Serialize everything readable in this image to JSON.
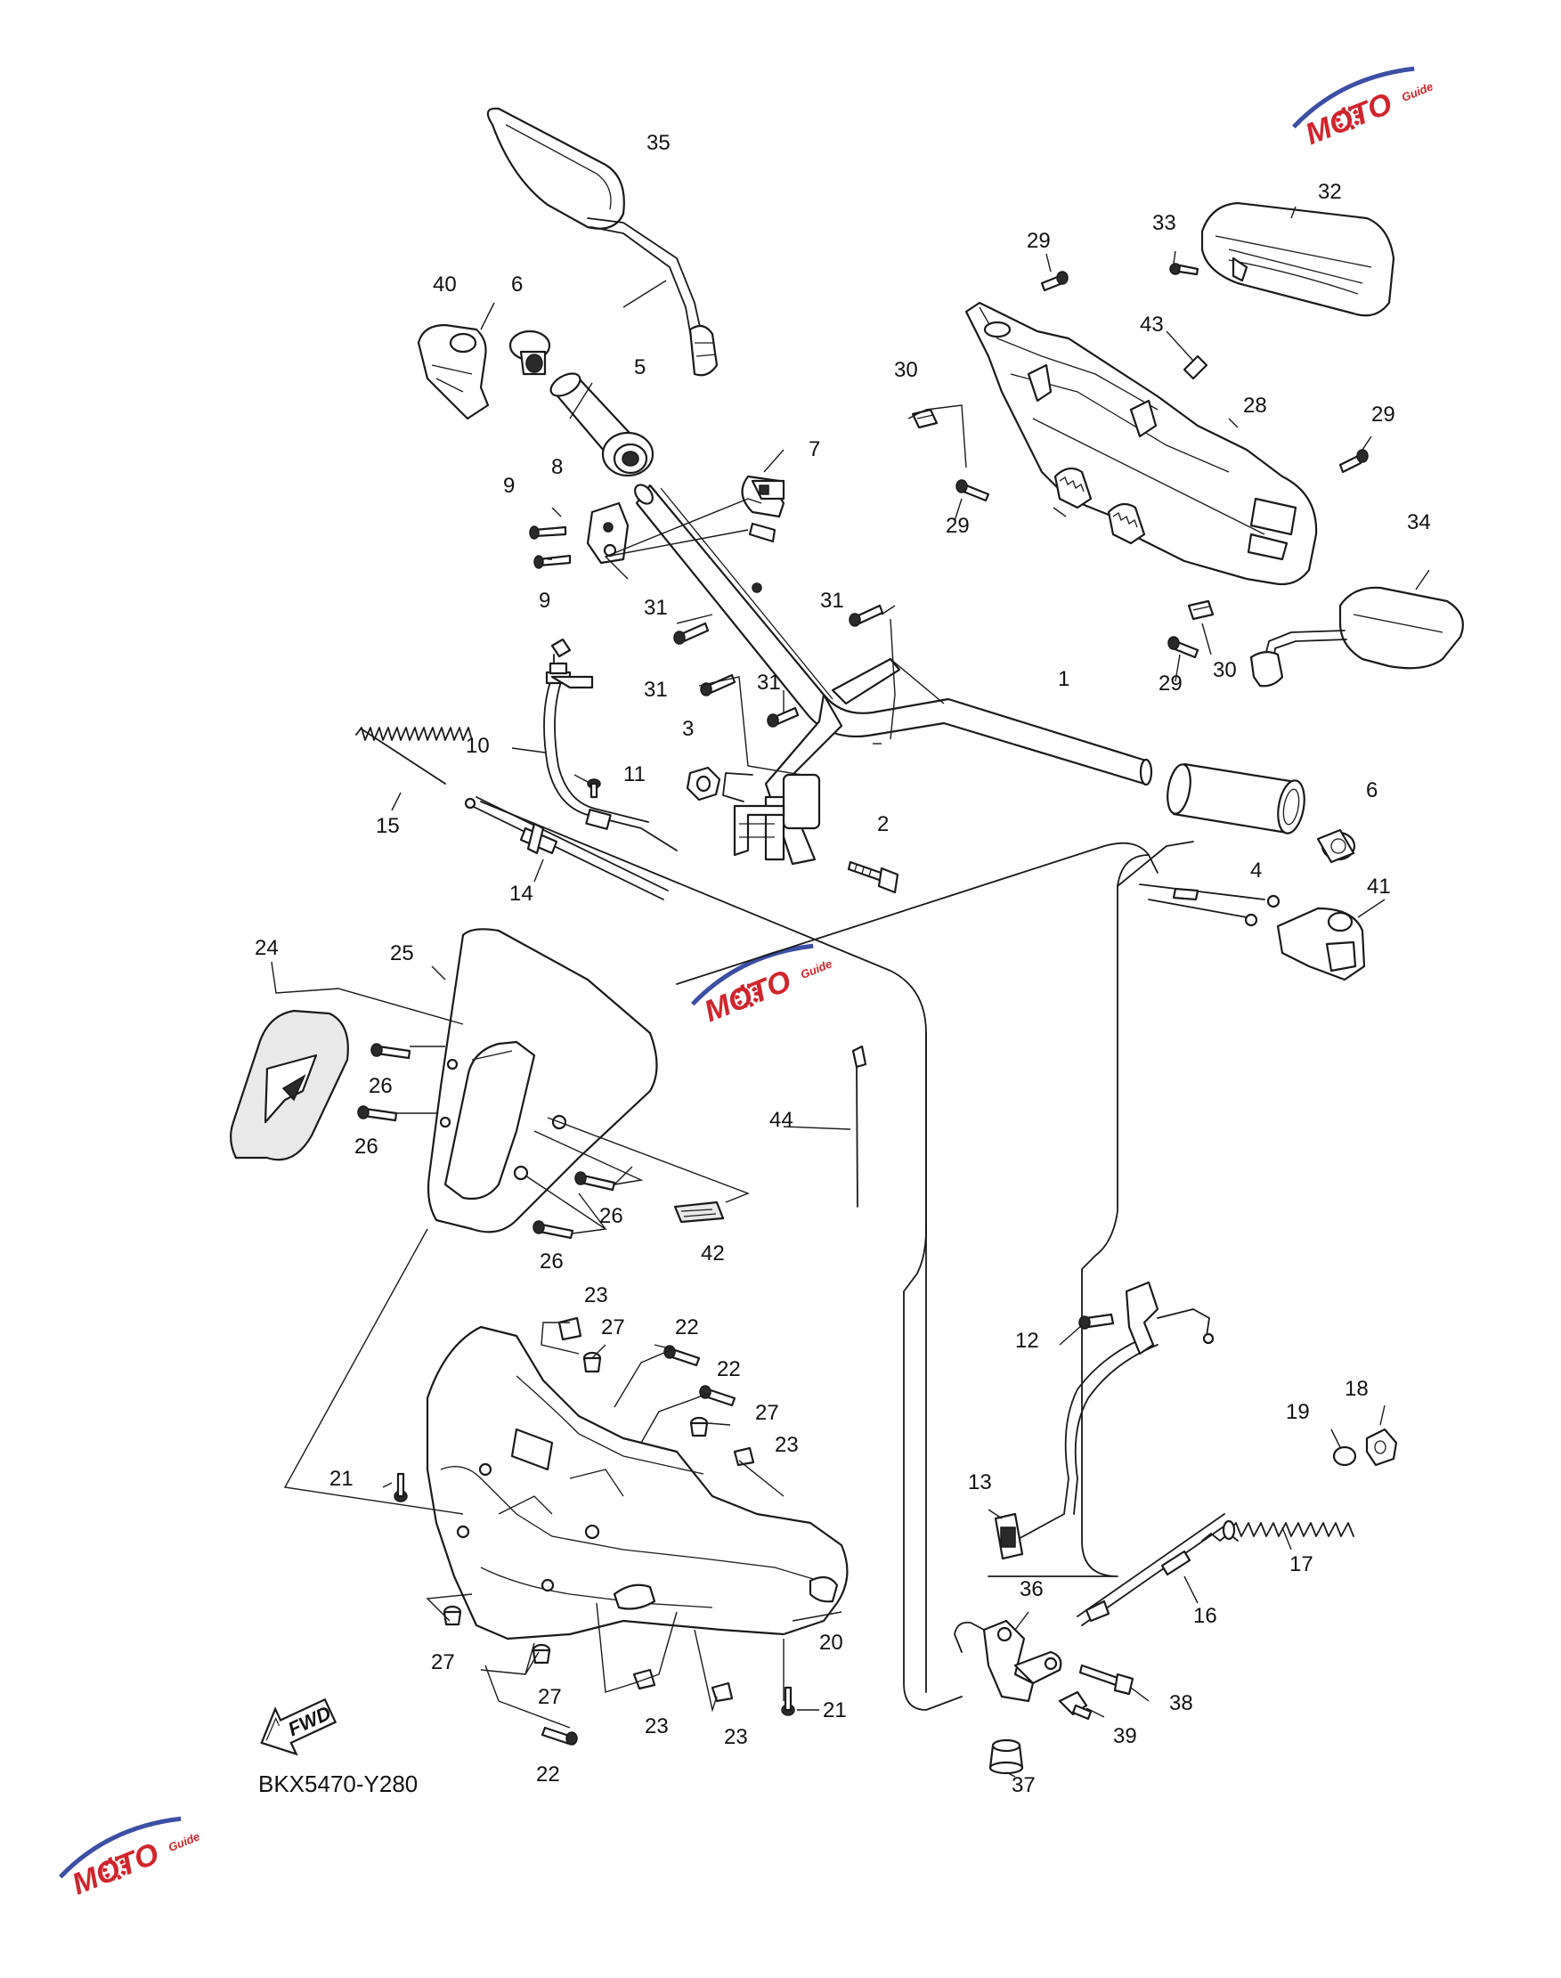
{
  "diagram_code": "BKX5470-Y280",
  "fwd_label": "FWD",
  "watermark": {
    "brand": "MOTO",
    "sub": "Guide",
    "color_main": "#d0252c",
    "color_swoosh": "#3b4fa3"
  },
  "callouts": [
    {
      "id": "1",
      "label": "1"
    },
    {
      "id": "2",
      "label": "2"
    },
    {
      "id": "3",
      "label": "3"
    },
    {
      "id": "4",
      "label": "4"
    },
    {
      "id": "5",
      "label": "5"
    },
    {
      "id": "6a",
      "label": "6"
    },
    {
      "id": "6b",
      "label": "6"
    },
    {
      "id": "7",
      "label": "7"
    },
    {
      "id": "8",
      "label": "8"
    },
    {
      "id": "9a",
      "label": "9"
    },
    {
      "id": "9b",
      "label": "9"
    },
    {
      "id": "10",
      "label": "10"
    },
    {
      "id": "11",
      "label": "11"
    },
    {
      "id": "12",
      "label": "12"
    },
    {
      "id": "13",
      "label": "13"
    },
    {
      "id": "14",
      "label": "14"
    },
    {
      "id": "15",
      "label": "15"
    },
    {
      "id": "16",
      "label": "16"
    },
    {
      "id": "17",
      "label": "17"
    },
    {
      "id": "18",
      "label": "18"
    },
    {
      "id": "19",
      "label": "19"
    },
    {
      "id": "20",
      "label": "20"
    },
    {
      "id": "21a",
      "label": "21"
    },
    {
      "id": "21b",
      "label": "21"
    },
    {
      "id": "22a",
      "label": "22"
    },
    {
      "id": "22b",
      "label": "22"
    },
    {
      "id": "22c",
      "label": "22"
    },
    {
      "id": "23a",
      "label": "23"
    },
    {
      "id": "23b",
      "label": "23"
    },
    {
      "id": "23c",
      "label": "23"
    },
    {
      "id": "23d",
      "label": "23"
    },
    {
      "id": "24",
      "label": "24"
    },
    {
      "id": "25",
      "label": "25"
    },
    {
      "id": "26a",
      "label": "26"
    },
    {
      "id": "26b",
      "label": "26"
    },
    {
      "id": "26c",
      "label": "26"
    },
    {
      "id": "26d",
      "label": "26"
    },
    {
      "id": "27a",
      "label": "27"
    },
    {
      "id": "27b",
      "label": "27"
    },
    {
      "id": "27c",
      "label": "27"
    },
    {
      "id": "27d",
      "label": "27"
    },
    {
      "id": "28",
      "label": "28"
    },
    {
      "id": "29a",
      "label": "29"
    },
    {
      "id": "29b",
      "label": "29"
    },
    {
      "id": "29c",
      "label": "29"
    },
    {
      "id": "29d",
      "label": "29"
    },
    {
      "id": "30a",
      "label": "30"
    },
    {
      "id": "30b",
      "label": "30"
    },
    {
      "id": "31a",
      "label": "31"
    },
    {
      "id": "31b",
      "label": "31"
    },
    {
      "id": "31c",
      "label": "31"
    },
    {
      "id": "31d",
      "label": "31"
    },
    {
      "id": "32",
      "label": "32"
    },
    {
      "id": "33",
      "label": "33"
    },
    {
      "id": "34",
      "label": "34"
    },
    {
      "id": "35",
      "label": "35"
    },
    {
      "id": "36",
      "label": "36"
    },
    {
      "id": "37",
      "label": "37"
    },
    {
      "id": "38",
      "label": "38"
    },
    {
      "id": "39",
      "label": "39"
    },
    {
      "id": "40",
      "label": "40"
    },
    {
      "id": "41",
      "label": "41"
    },
    {
      "id": "42",
      "label": "42"
    },
    {
      "id": "43",
      "label": "43"
    },
    {
      "id": "44",
      "label": "44"
    }
  ]
}
